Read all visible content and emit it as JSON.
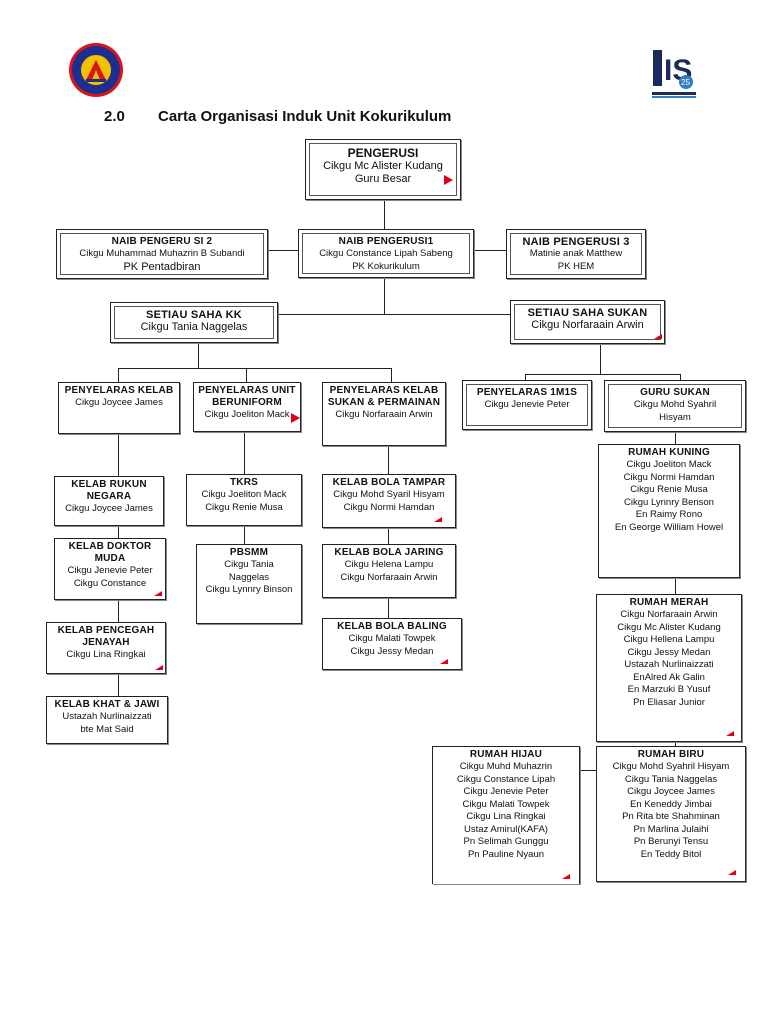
{
  "heading": {
    "number": "2.0",
    "title": "Carta Organisasi Induk Unit Kokurikulum"
  },
  "logos": {
    "left": "school-crest",
    "right": "is-logo",
    "right_text": "IS",
    "right_sub": "25"
  },
  "pengerusi": {
    "title": "PENGERUSI",
    "lines": [
      "Cikgu Mc Alister Kudang",
      "Guru Besar"
    ]
  },
  "naib2": {
    "title": "NAIB PENGERU SI 2",
    "lines": [
      "Cikgu Muhammad Muhazrin B Subandi",
      "PK Pentadbiran"
    ]
  },
  "naib1": {
    "title": "NAIB PENGERUSI1",
    "lines": [
      "Cikgu Constance Lipah Sabeng",
      "PK Kokurikulum"
    ]
  },
  "naib3": {
    "title": "NAIB PENGERUSI 3",
    "lines": [
      "Matinie anak Matthew",
      "PK HEM"
    ]
  },
  "setiausaha_kk": {
    "title": "SETIAU SAHA KK",
    "lines": [
      "Cikgu Tania Naggelas"
    ]
  },
  "setiausaha_sukan": {
    "title": "SETIAU SAHA SUKAN",
    "lines": [
      "Cikgu Norfaraain Arwin"
    ]
  },
  "penyelaras_kelab": {
    "title": "PENYELARAS KELAB",
    "lines": [
      "Cikgu Joycee James"
    ]
  },
  "penyelaras_unit": {
    "title": "PENYELARAS UNIT BERUNIFORM",
    "lines": [
      "Cikgu Joeliton Mack"
    ]
  },
  "penyelaras_sukan": {
    "title": "PENYELARAS KELAB SUKAN & PERMAINAN",
    "lines": [
      "Cikgu Norfaraain Arwin"
    ]
  },
  "penyelaras_1m1s": {
    "title": "PENYELARAS 1M1S",
    "lines": [
      "Cikgu Jenevie Peter"
    ]
  },
  "guru_sukan": {
    "title": "GURU SUKAN",
    "lines": [
      "Cikgu Mohd Syahril",
      "Hisyam"
    ]
  },
  "kelab_rukun": {
    "title": "KELAB RUKUN NEGARA",
    "lines": [
      "Cikgu Joycee James"
    ]
  },
  "kelab_doktor": {
    "title": "KELAB DOKTOR MUDA",
    "lines": [
      "Cikgu Jenevie Peter",
      "Cikgu Constance"
    ]
  },
  "kelab_pencegah": {
    "title": "KELAB PENCEGAH JENAYAH",
    "lines": [
      "Cikgu Lina Ringkai"
    ]
  },
  "kelab_khat": {
    "title": "KELAB KHAT & JAWI",
    "lines": [
      "Ustazah Nurlinaizzati",
      "bte Mat Said"
    ]
  },
  "tkrs": {
    "title": "TKRS",
    "lines": [
      "Cikgu Joeliton Mack",
      "Cikgu Renie Musa"
    ]
  },
  "pbsmm": {
    "title": "PBSMM",
    "lines": [
      "Cikgu Tania",
      "Naggelas",
      "Cikgu Lynnry Binson"
    ]
  },
  "bola_tampar": {
    "title": "KELAB BOLA TAMPAR",
    "lines": [
      "Cikgu Mohd Syaril Hisyam",
      "Cikgu Normi Hamdan"
    ]
  },
  "bola_jaring": {
    "title": "KELAB BOLA JARING",
    "lines": [
      "Cikgu Helena Lampu",
      "Cikgu Norfaraain Arwin"
    ]
  },
  "bola_baling": {
    "title": "KELAB BOLA BALING",
    "lines": [
      "Cikgu Malati Towpek",
      "Cikgu Jessy Medan"
    ]
  },
  "rumah_kuning": {
    "title": "RUMAH KUNING",
    "lines": [
      "Cikgu Joeliton Mack",
      "Cikgu Normi Hamdan",
      "Cikgu Renie Musa",
      "Cikgu Lynnry Benson",
      "En Raimy Rono",
      "En George William Howel"
    ]
  },
  "rumah_merah": {
    "title": "RUMAH MERAH",
    "lines": [
      "Cikgu Norfaraain Arwin",
      "Cikgu Mc Alister Kudang",
      "Cikgu Hellena Lampu",
      "Cikgu Jessy Medan",
      "Ustazah Nurlinaizzati",
      "EnAlred Ak Galin",
      "En Marzuki B Yusuf",
      "Pn Eliasar Junior"
    ]
  },
  "rumah_hijau": {
    "title": "RUMAH HIJAU",
    "lines": [
      "Cikgu Muhd Muhazrin",
      "Cikgu Constance Lipah",
      "Cikgu Jenevie Peter",
      "Cikgu Malati Towpek",
      "Cikgu Lina Ringkai",
      "Ustaz Amirul(KAFA)",
      "Pn Selimah Gunggu",
      "Pn Pauline Nyaun"
    ]
  },
  "rumah_biru": {
    "title": "RUMAH BIRU",
    "lines": [
      "Cikgu Mohd Syahril Hisyam",
      "Cikgu Tania Naggelas",
      "Cikgu Joycee James",
      "En Keneddy Jimbai",
      "Pn Rita bte Shahminan",
      "Pn Marlina Julaihi",
      "Pn Berunyi Tensu",
      "En Teddy Bitol"
    ]
  },
  "colors": {
    "marker": "#e0001b",
    "line": "#222222",
    "crest_blue": "#1c2f8f",
    "crest_red": "#d8141f",
    "logo_navy": "#1b2a5c"
  }
}
